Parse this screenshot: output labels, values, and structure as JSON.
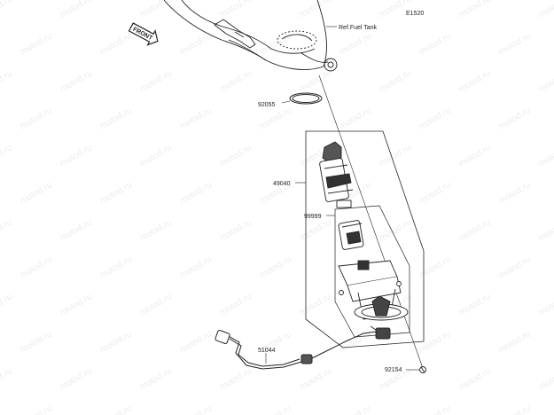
{
  "diagram": {
    "code": "E1520",
    "ref_label": "Ref.Fuel Tank",
    "front_label": "FRONT",
    "watermark": "motod.ru",
    "parts": [
      {
        "id": "p92055",
        "number": "92055"
      },
      {
        "id": "p49040",
        "number": "49040"
      },
      {
        "id": "p99999",
        "number": "99999"
      },
      {
        "id": "p51044",
        "number": "51044"
      },
      {
        "id": "p92154",
        "number": "92154"
      }
    ]
  },
  "colors": {
    "line": "#222222",
    "watermark": "#ececec",
    "background": "#ffffff"
  }
}
